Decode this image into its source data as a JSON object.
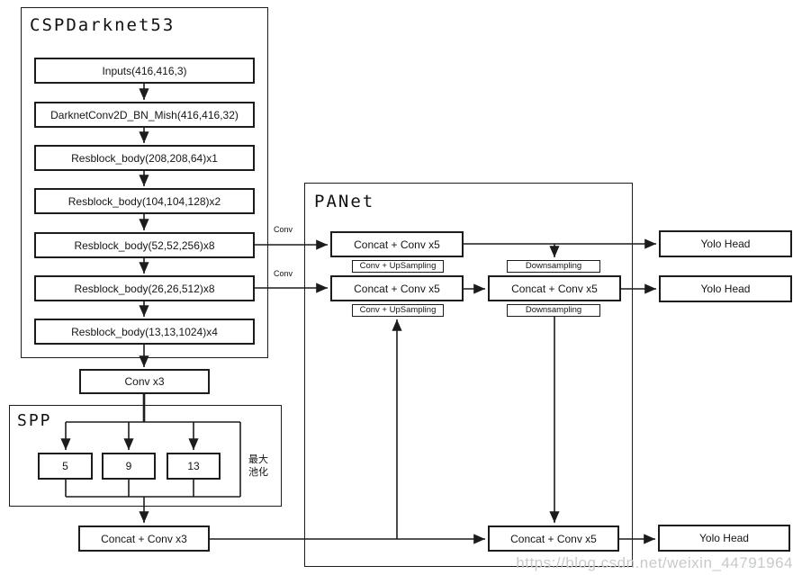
{
  "diagram": {
    "backbone": {
      "title": "CSPDarknet53",
      "blocks": [
        "Inputs(416,416,3)",
        "DarknetConv2D_BN_Mish(416,416,32)",
        "Resblock_body(208,208,64)x1",
        "Resblock_body(104,104,128)x2",
        "Resblock_body(52,52,256)x8",
        "Resblock_body(26,26,512)x8",
        "Resblock_body(13,13,1024)x4"
      ]
    },
    "conv_labels": {
      "branch1": "Conv",
      "branch2": "Conv"
    },
    "neck_conv": "Conv x3",
    "spp": {
      "title": "SPP",
      "pool_sizes": [
        "5",
        "9",
        "13"
      ],
      "note_line1": "最大",
      "note_line2": "池化"
    },
    "bottom_concat": "Concat + Conv x3",
    "panet": {
      "title": "PANet",
      "concat_conv5_row1": "Concat + Conv x5",
      "concat_conv5_row2": "Concat + Conv x5",
      "concat_conv5_mid": "Concat + Conv x5",
      "concat_conv5_bottom": "Concat + Conv x5",
      "upsampling1": "Conv + UpSampling",
      "upsampling2": "Conv + UpSampling",
      "downsampling1": "Downsampling",
      "downsampling2": "Downsampling"
    },
    "heads": [
      "Yolo Head",
      "Yolo Head",
      "Yolo Head"
    ],
    "watermark": "https://blog.csdn.net/weixin_44791964",
    "colors": {
      "line": "#1c1c1c",
      "box_fill": "#ffffff",
      "watermark": "#c7c9cb",
      "background": "#ffffff"
    }
  }
}
